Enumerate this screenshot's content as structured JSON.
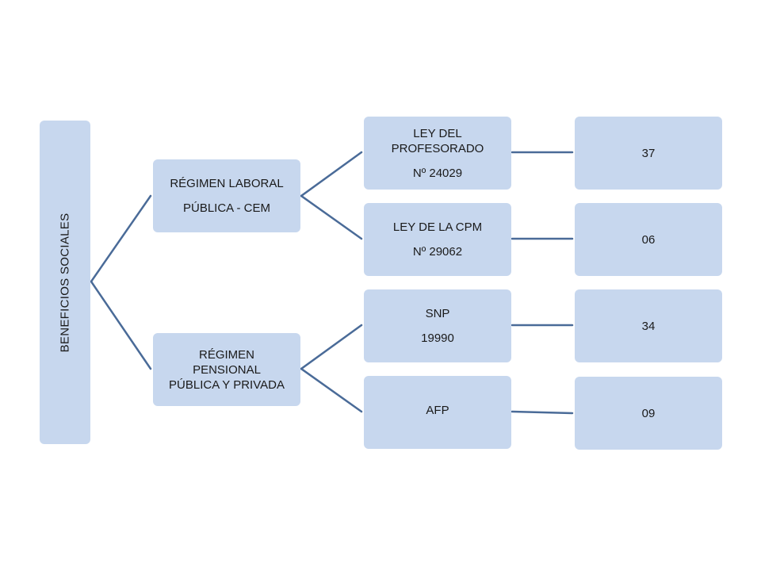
{
  "diagram": {
    "root": {
      "label": "BENEFICIOS SOCIALES"
    },
    "branches": [
      {
        "lines": [
          "RÉGIMEN LABORAL",
          "PÚBLICA - CEM"
        ],
        "children": [
          {
            "lines": [
              "LEY DEL",
              "PROFESORADO",
              "Nº 24029"
            ],
            "value": "37"
          },
          {
            "lines": [
              "LEY DE LA CPM",
              "Nº 29062"
            ],
            "value": "06"
          }
        ]
      },
      {
        "lines": [
          "RÉGIMEN",
          "PENSIONAL",
          "PÚBLICA Y PRIVADA"
        ],
        "children": [
          {
            "lines": [
              "SNP",
              "19990"
            ],
            "value": "34"
          },
          {
            "lines": [
              "AFP"
            ],
            "value": "09"
          }
        ]
      }
    ],
    "colors": {
      "box_fill": "#c7d7ee",
      "connector": "#4a6b98"
    }
  }
}
